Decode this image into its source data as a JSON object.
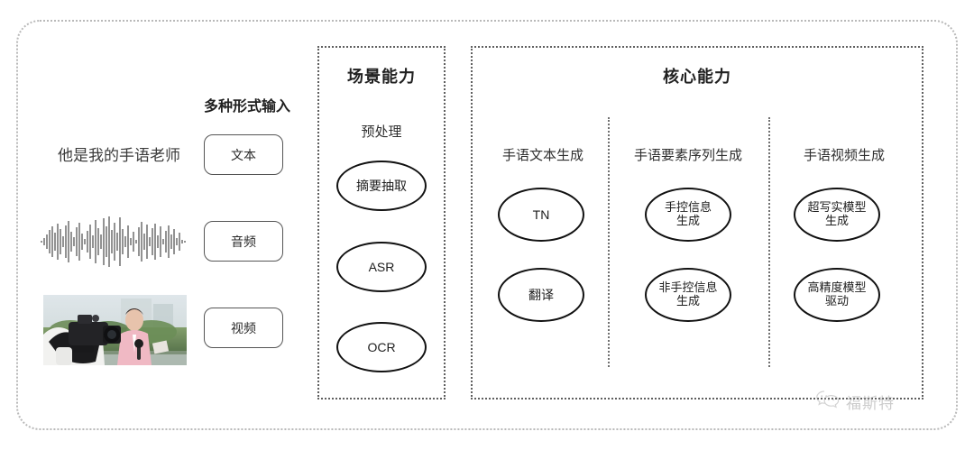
{
  "diagram": {
    "input_section": {
      "header": "多种形式输入",
      "sample_sentence": "他是我的手语老师",
      "modality_buttons": [
        {
          "label": "文本",
          "icon": "text-sample"
        },
        {
          "label": "音频",
          "icon": "audio-waveform"
        },
        {
          "label": "视频",
          "icon": "video-thumbnail"
        }
      ]
    },
    "scene_panel": {
      "title": "场景能力",
      "subtitle": "预处理",
      "nodes": [
        {
          "label": "摘要抽取"
        },
        {
          "label": "ASR"
        },
        {
          "label": "OCR"
        }
      ]
    },
    "core_panel": {
      "title": "核心能力",
      "columns": [
        {
          "header": "手语文本生成",
          "nodes": [
            {
              "label": "TN"
            },
            {
              "label": "翻译"
            }
          ]
        },
        {
          "header": "手语要素序列生成",
          "nodes": [
            {
              "label": "手控信息\n生成"
            },
            {
              "label": "非手控信息\n生成"
            }
          ]
        },
        {
          "header": "手语视频生成",
          "nodes": [
            {
              "label": "超写实模型\n生成"
            },
            {
              "label": "高精度模型\n驱动"
            }
          ]
        }
      ]
    },
    "watermark": {
      "text": "福斯特",
      "icon": "wechat-logo"
    },
    "colors": {
      "outer_border": "#b9b9b9",
      "panel_border": "#5f5f5f",
      "node_border": "#111111",
      "text": "#2b2b2b",
      "watermark_text": "#9a9a9a",
      "background": "#ffffff"
    }
  }
}
